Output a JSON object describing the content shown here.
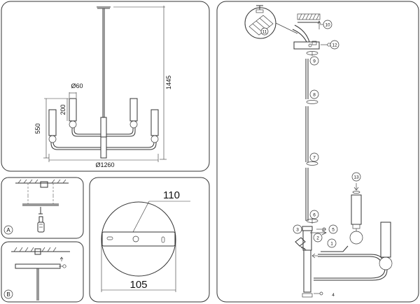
{
  "panel1": {
    "dim_height_total": "1445",
    "dim_height_body": "550",
    "dim_diameter_cup": "Ø60",
    "dim_shade_height": "200",
    "dim_width": "Ø1260"
  },
  "panelA": {
    "label": "A"
  },
  "panelB": {
    "label": "B"
  },
  "panelPlate": {
    "dim_top": "110",
    "dim_bottom": "105"
  },
  "assembly": {
    "parts": [
      "1",
      "2",
      "3",
      "4",
      "5",
      "6",
      "7",
      "8",
      "9",
      "10",
      "11",
      "12",
      "13"
    ]
  }
}
